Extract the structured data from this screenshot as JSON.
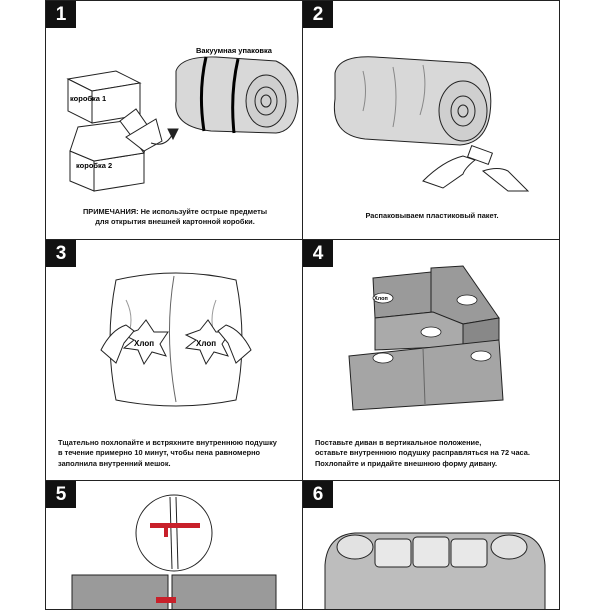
{
  "panels": [
    {
      "number": "1",
      "labels": {
        "vacuum": "Вакуумная упаковка",
        "box1": "коробка 1",
        "box2": "коробка 2"
      },
      "caption_lines": [
        "ПРИМЕЧАНИЯ: Не используйте острые предметы",
        "для открытия внешней картонной коробки."
      ]
    },
    {
      "number": "2",
      "caption_lines": [
        "Распаковываем пластиковый пакет."
      ]
    },
    {
      "number": "3",
      "labels": {
        "clap_left": "Хлоп",
        "clap_right": "Хлоп"
      },
      "caption_lines": [
        "Тщательно похлопайте и встряхните внутреннюю подушку",
        "в течение примерно 10 минут, чтобы пена равномерно",
        "заполнила внутренний мешок."
      ]
    },
    {
      "number": "4",
      "labels": {
        "clap": "Хлоп"
      },
      "caption_lines": [
        "Поставьте диван в вертикальное положение,",
        "оставьте внутреннюю подушку расправляться на 72 часа.",
        "Похлопайте и придайте внешнюю форму дивану."
      ]
    },
    {
      "number": "5"
    },
    {
      "number": "6"
    }
  ],
  "colors": {
    "accent": "#c8202a",
    "sofa_gray": "#9a9a9a",
    "bag_gray": "#d8d8d8"
  }
}
